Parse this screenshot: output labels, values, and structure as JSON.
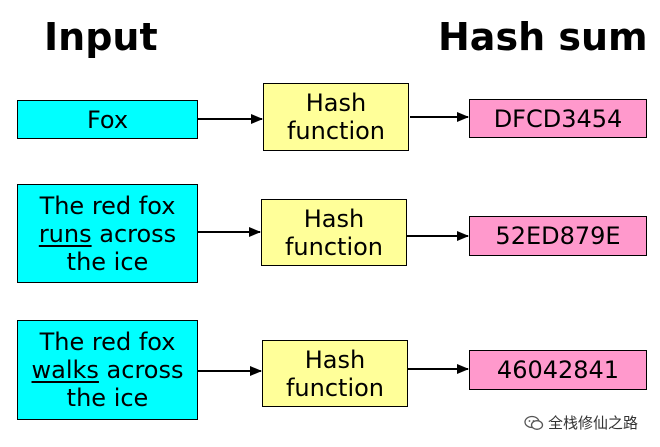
{
  "headings": {
    "input": "Input",
    "hash_sum": "Hash sum"
  },
  "rows": [
    {
      "input_lines": [
        "Fox"
      ],
      "function_lines": [
        "Hash",
        "function"
      ],
      "output": "DFCD3454"
    },
    {
      "input_line1": "The red fox",
      "input_underlined": "runs",
      "input_rest": " across",
      "input_line3": "the ice",
      "function_lines": [
        "Hash",
        "function"
      ],
      "output": "52ED879E"
    },
    {
      "input_line1": "The red fox",
      "input_underlined": "walks",
      "input_rest": " across",
      "input_line3": "the ice",
      "function_lines": [
        "Hash",
        "function"
      ],
      "output": "46042841"
    }
  ],
  "watermark": {
    "text": "全栈修仙之路",
    "icon": "wechat-icon"
  },
  "colors": {
    "input_fill": "#00ffff",
    "function_fill": "#ffff99",
    "output_fill": "#ff99cc"
  }
}
